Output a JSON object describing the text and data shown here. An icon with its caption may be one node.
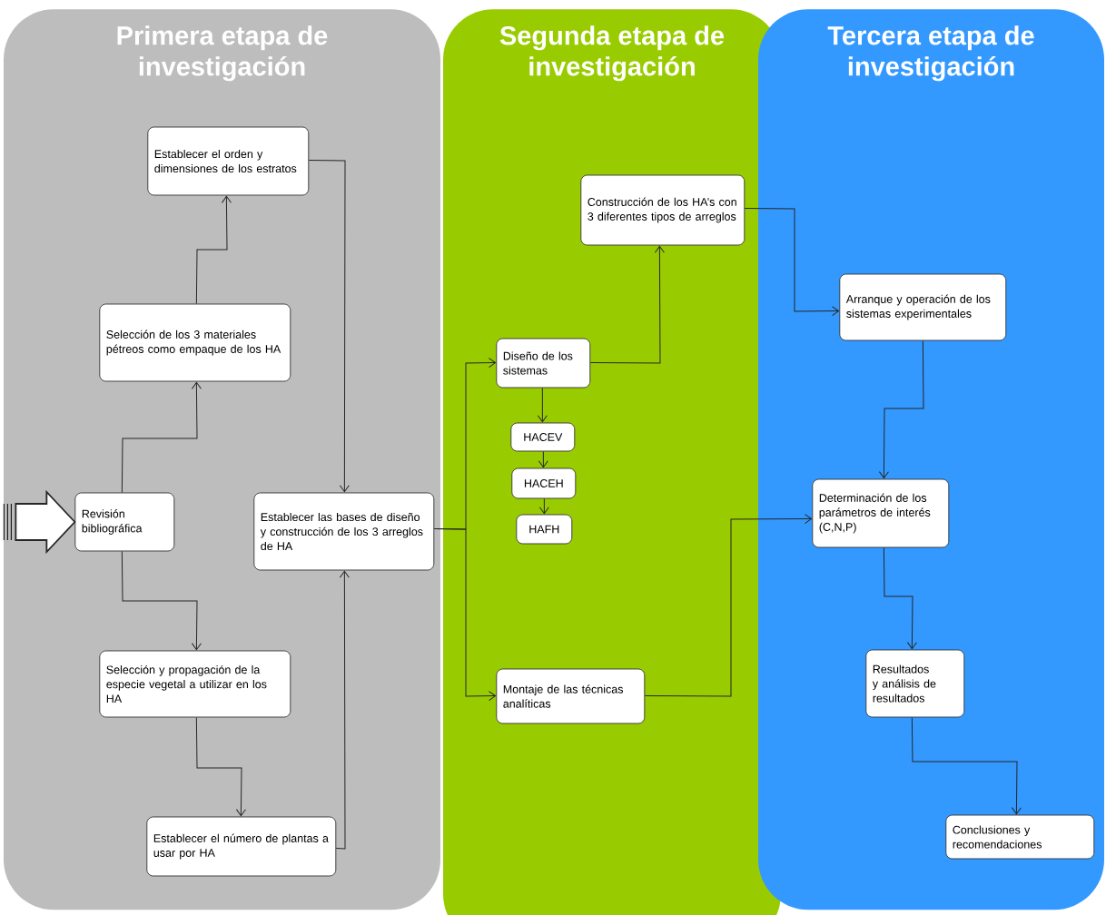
{
  "diagram": {
    "nodes": [
      {
        "text": [
          "Primera etapa de investigación"
        ]
      },
      {
        "text": [
          "Segunda etapa de investigación"
        ]
      },
      {
        "text": [
          "Tercera etapa de investigación"
        ]
      },
      {
        "text": [
          "Establecer el orden y dimensiones de los estratos"
        ],
        "in": 0
      },
      {
        "text": [
          "Selección de los 3 materiales pétreos como empaque de los HA"
        ],
        "in": 0
      },
      {
        "text": [
          "Revisión bibliográfica"
        ],
        "in": 0
      },
      {
        "text": [
          "Establecer las bases de diseño y construcción de los 3 arreglos de HA"
        ],
        "in": 0
      },
      {
        "text": [
          "Selección y propagación de la especie vegetal a utilizar en los HA"
        ],
        "in": 0
      },
      {
        "text": [
          "Establecer el número de plantas a usar por HA"
        ],
        "in": 0
      },
      {
        "text": [
          "Construcción de los HA’s con 3 diferentes tipos de arreglos"
        ],
        "in": 1
      },
      {
        "text": [
          "Diseño de los sistemas"
        ],
        "in": 1
      },
      {
        "text": [
          "HACEV"
        ],
        "in": 1
      },
      {
        "text": [
          "HACEH"
        ],
        "in": 1
      },
      {
        "text": [
          "HAFH"
        ],
        "in": 1
      },
      {
        "text": [
          "Montaje de las técnicas analíticas"
        ],
        "in": 1
      },
      {
        "text": [
          "Arranque y operación de los sistemas experimentales"
        ],
        "in": 2
      },
      {
        "text": [
          "Determinación de los parámetros de interés (C,N,P)"
        ],
        "in": 2
      },
      {
        "text": [
          "Resultados y análisis de resultados"
        ],
        "in": 2
      },
      {
        "text": [
          "Conclusiones y recomendaciones"
        ],
        "in": 2
      }
    ],
    "edges": [
      {
        "from": null,
        "to": 5,
        "arrow": "to",
        "style": "thick"
      },
      {
        "from": 5,
        "to": 4,
        "arrow": "to"
      },
      {
        "from": 4,
        "to": 3,
        "arrow": "to"
      },
      {
        "from": 3,
        "to": 6,
        "arrow": "to"
      },
      {
        "from": 5,
        "to": 7,
        "arrow": "to"
      },
      {
        "from": 7,
        "to": 8,
        "arrow": "to"
      },
      {
        "from": 8,
        "to": 6,
        "arrow": "to"
      },
      {
        "from": 6,
        "to": 10,
        "arrow": "to"
      },
      {
        "from": 6,
        "to": 14,
        "arrow": "to"
      },
      {
        "from": 10,
        "to": 9,
        "arrow": "to"
      },
      {
        "from": 10,
        "to": 11,
        "arrow": "to"
      },
      {
        "from": 11,
        "to": 12,
        "arrow": "to"
      },
      {
        "from": 12,
        "to": 13,
        "arrow": "to"
      },
      {
        "from": 9,
        "to": 15,
        "arrow": "to"
      },
      {
        "from": 14,
        "to": 16,
        "arrow": "to"
      },
      {
        "from": 15,
        "to": 16,
        "arrow": "to"
      },
      {
        "from": 16,
        "to": 17,
        "arrow": "to"
      },
      {
        "from": 17,
        "to": 18,
        "arrow": "to"
      }
    ]
  }
}
